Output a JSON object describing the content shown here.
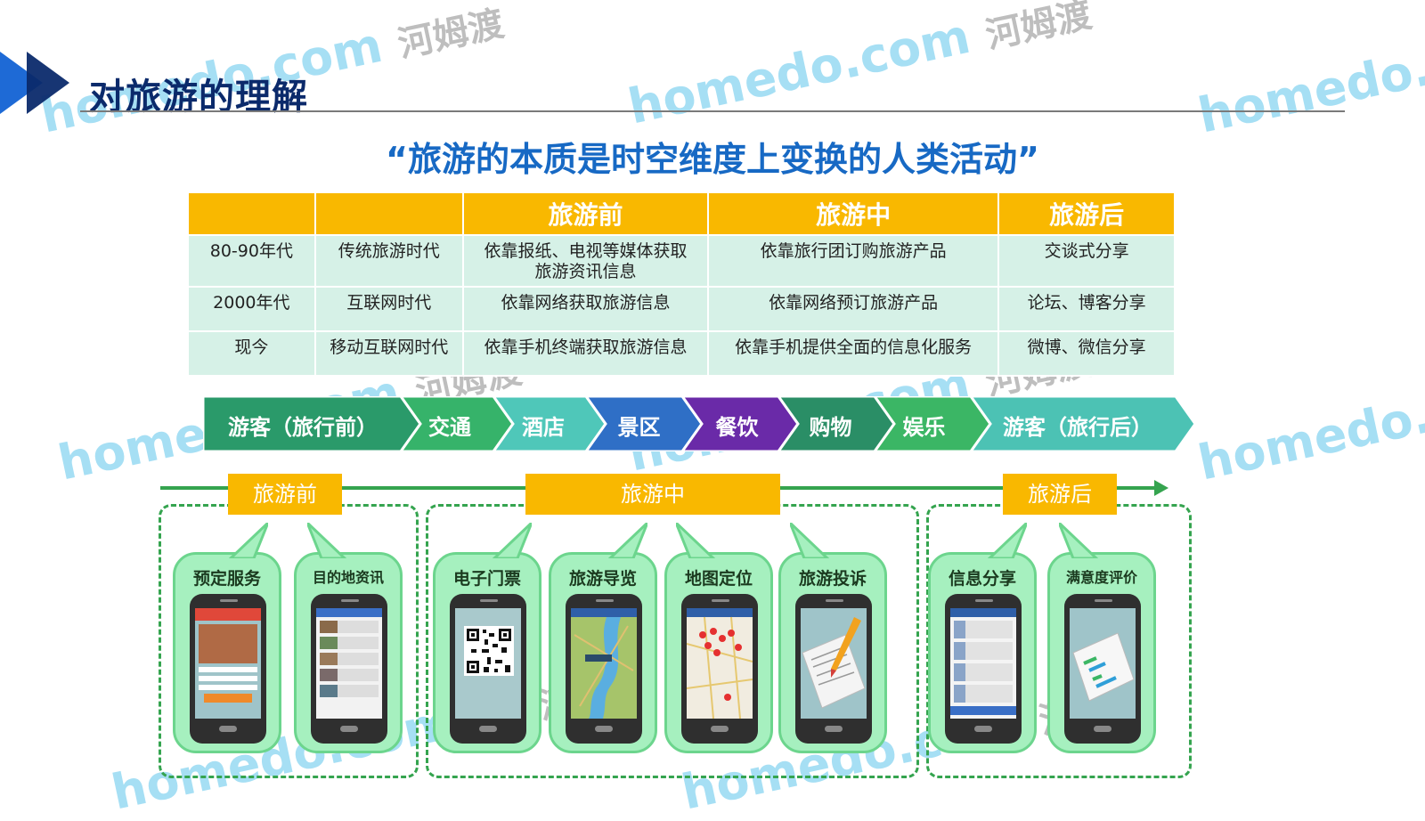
{
  "slide": {
    "title": "对旅游的理解",
    "quote": "“旅游的本质是时空维度上变换的人类活动”"
  },
  "table": {
    "headers": [
      "",
      "",
      "旅游前",
      "旅游中",
      "旅游后"
    ],
    "rows": [
      [
        "80-90年代",
        "传统旅游时代",
        "依靠报纸、电视等媒体获取\n旅游资讯信息",
        "依靠旅行团订购旅游产品",
        "交谈式分享"
      ],
      [
        "2000年代",
        "互联网时代",
        "依靠网络获取旅游信息",
        "依靠网络预订旅游产品",
        "论坛、博客分享"
      ],
      [
        "现今",
        "移动互联网时代",
        "依靠手机终端获取旅游信息",
        "依靠手机提供全面的信息化服务",
        "微博、微信分享"
      ]
    ]
  },
  "chain": {
    "steps": [
      "游客（旅行前）",
      "交通",
      "酒店",
      "景区",
      "餐饮",
      "购物",
      "娱乐",
      "游客（旅行后）"
    ],
    "colors": [
      "#2a9a6a",
      "#36b36a",
      "#4fc7b9",
      "#2f6fc6",
      "#6a2aa8",
      "#2a8e66",
      "#3bb665",
      "#4cc2b4"
    ]
  },
  "phases": {
    "before": "旅游前",
    "during": "旅游中",
    "after": "旅游后"
  },
  "cards": [
    {
      "label": "预定服务",
      "icon": "hotel-booking-screen-icon"
    },
    {
      "label": "目的地资讯",
      "icon": "destination-list-screen-icon"
    },
    {
      "label": "电子门票",
      "icon": "qr-code-icon"
    },
    {
      "label": "旅游导览",
      "icon": "map-guide-icon"
    },
    {
      "label": "地图定位",
      "icon": "map-pin-icon"
    },
    {
      "label": "旅游投诉",
      "icon": "document-pen-icon"
    },
    {
      "label": "信息分享",
      "icon": "social-feed-icon"
    },
    {
      "label": "满意度评价",
      "icon": "rating-sheet-icon"
    }
  ],
  "watermark": {
    "text": "homedo.com",
    "cn": "河姆渡"
  }
}
